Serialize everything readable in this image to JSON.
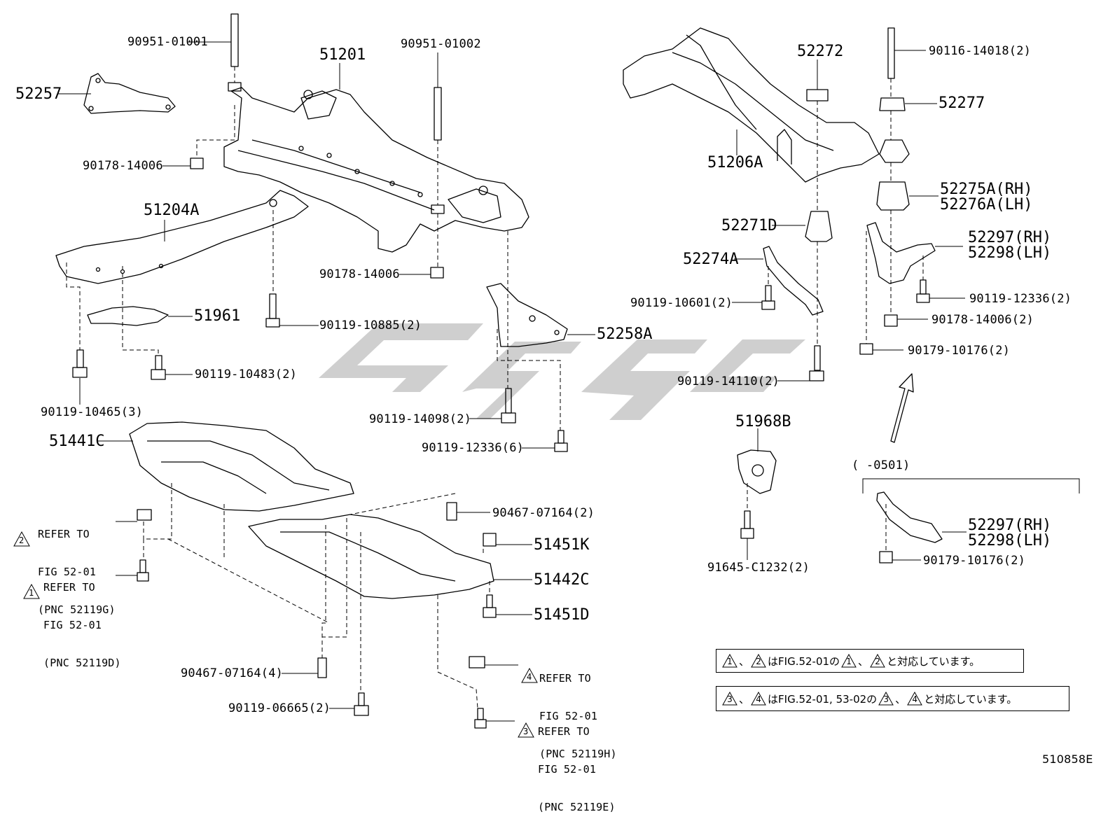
{
  "parts": {
    "p90951_01001": "90951-01001",
    "p51201": "51201",
    "p90951_01002": "90951-01002",
    "p52257": "52257",
    "p90178_14006a": "90178-14006",
    "p51204A": "51204A",
    "p90178_14006b": "90178-14006",
    "p51961": "51961",
    "p90119_10885": "90119-10885(2)",
    "p52258A": "52258A",
    "p90119_10483": "90119-10483(2)",
    "p90119_10465": "90119-10465(3)",
    "p90119_14098": "90119-14098(2)",
    "p90119_12336_6": "90119-12336(6)",
    "p51441C": "51441C",
    "p90467_07164_2": "90467-07164(2)",
    "p51451K": "51451K",
    "p51442C": "51442C",
    "p51451D": "51451D",
    "p90467_07164_4": "90467-07164(4)",
    "p90119_06665": "90119-06665(2)",
    "p52272": "52272",
    "p90116_14018": "90116-14018(2)",
    "p52277": "52277",
    "p51206A": "51206A",
    "p52275A": "52275A(RH)",
    "p52276A": "52276A(LH)",
    "p52271D": "52271D",
    "p52297a": "52297(RH)",
    "p52298a": "52298(LH)",
    "p52274A": "52274A",
    "p90119_12336_2": "90119-12336(2)",
    "p90119_10601": "90119-10601(2)",
    "p90178_14006_2": "90178-14006(2)",
    "p90179_10176a": "90179-10176(2)",
    "p90119_14110": "90119-14110(2)",
    "p51968B": "51968B",
    "p91645": "91645-C1232(2)",
    "p52297b": "52297(RH)",
    "p52298b": "52298(LH)",
    "p90179_10176b": "90179-10176(2)"
  },
  "range": "(        -0501)",
  "refs": {
    "r2": {
      "num": "2",
      "l1": "REFER TO",
      "l2": "FIG 52-01",
      "l3": "(PNC 52119G)"
    },
    "r1": {
      "num": "1",
      "l1": "REFER TO",
      "l2": "FIG 52-01",
      "l3": "(PNC 52119D)"
    },
    "r4": {
      "num": "4",
      "l1": "REFER TO",
      "l2": "FIG 52-01",
      "l3": "(PNC 52119H)"
    },
    "r3": {
      "num": "3",
      "l1": "REFER TO",
      "l2": "FIG 52-01",
      "l3": "(PNC 52119E)"
    }
  },
  "legend": {
    "l1": {
      "a": "1",
      "sep": "、",
      "b": "2",
      "t1": "はFIG.52-01の",
      "c": "1",
      "sep2": "、",
      "d": "2",
      "t2": "と対応しています。"
    },
    "l2": {
      "a": "3",
      "sep": "、",
      "b": "4",
      "t1": "はFIG.52-01, 53-02の",
      "c": "3",
      "sep2": "、",
      "d": "4",
      "t2": "と対応しています。"
    }
  },
  "figure_id": "510858E",
  "colors": {
    "line": "#000000",
    "watermark": "#c8c8c8"
  }
}
